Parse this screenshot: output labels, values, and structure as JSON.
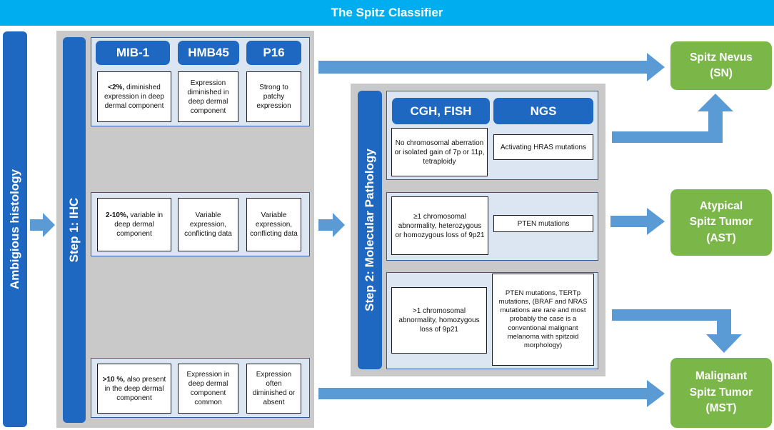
{
  "title": "The Spitz Classifier",
  "left_label": "Ambigious histology",
  "step1": {
    "label": "Step 1: IHC",
    "headers": [
      "MIB-1",
      "HMB45",
      "P16"
    ],
    "rows": [
      [
        {
          "bold": "<2%,",
          "text": " diminished expression in deep dermal component"
        },
        {
          "bold": "",
          "text": "Expression diminished in deep dermal component"
        },
        {
          "bold": "",
          "text": "Strong to patchy expression"
        }
      ],
      [
        {
          "bold": "2-10%,",
          "text": " variable in deep dermal component"
        },
        {
          "bold": "",
          "text": "Variable expression, conflicting data"
        },
        {
          "bold": "",
          "text": "Variable expression, conflicting data"
        }
      ],
      [
        {
          "bold": ">10 %,",
          "text": " also present in the deep dermal component"
        },
        {
          "bold": "",
          "text": "Expression in deep dermal component common"
        },
        {
          "bold": "",
          "text": "Expression often diminished or absent"
        }
      ]
    ]
  },
  "step2": {
    "label": "Step 2: Molecular Pathology",
    "headers": [
      "CGH, FISH",
      "NGS"
    ],
    "rows": [
      [
        "No chromosomal aberration or isolated gain of 7p or 11p, tetraploidy",
        "Activating HRAS mutations"
      ],
      [
        "≥1 chromosomal abnormality, heterozygous or homozygous loss of 9p21",
        "PTEN mutations"
      ],
      [
        ">1 chromosomal abnormality, homozygous loss of 9p21",
        "PTEN mutations, TERTp mutations, (BRAF and NRAS mutations are rare and most probably the case is a conventional malignant melanoma with spitzoid morphology)"
      ]
    ]
  },
  "outcomes": [
    {
      "name": "Spitz Nevus",
      "abbr": "(SN)"
    },
    {
      "name": "Atypical Spitz Tumor",
      "abbr": "(AST)"
    },
    {
      "name": "Malignant Spitz Tumor",
      "abbr": "(MST)"
    }
  ],
  "colors": {
    "title_bar": "#00aef0",
    "dark_blue": "#1f68c2",
    "arrow_blue": "#5b9bd5",
    "panel_gray": "#c9c9c9",
    "section_fill": "#dce6f3",
    "outcome_green": "#7ab648"
  }
}
